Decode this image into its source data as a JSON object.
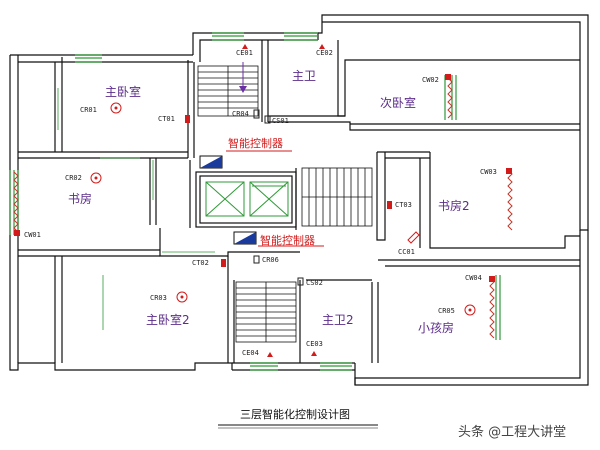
{
  "rooms": {
    "master_bedroom": "主卧室",
    "master_bath": "主卫",
    "second_bedroom": "次卧室",
    "study_left": "书房",
    "study_right": "书房2",
    "master_bedroom_2": "主卧室2",
    "master_bath_2": "主卫2",
    "kids_room": "小孩房"
  },
  "controller_label": "智能控制器",
  "devices": {
    "ce01": "CE01",
    "ce02": "CE02",
    "ce03": "CE03",
    "ce04": "CE04",
    "cw01": "CW01",
    "cw02": "CW02",
    "cw03": "CW03",
    "cw04": "CW04",
    "cr01": "CR01",
    "cr02": "CR02",
    "cr03": "CR03",
    "cr05": "CR05",
    "ct01": "CT01",
    "ct02": "CT02",
    "ct03": "CT03",
    "cr04": "CR04",
    "cs01": "CS01",
    "cs02": "CS02",
    "cr06": "CR06",
    "cc01": "CC01"
  },
  "caption": "三层智能化控制设计图",
  "watermark": "头条 @工程大讲堂",
  "colors": {
    "wall": "#111111",
    "window": "#2f9a38",
    "device": "#d21c1c",
    "room_text": "#5c2c8a"
  }
}
